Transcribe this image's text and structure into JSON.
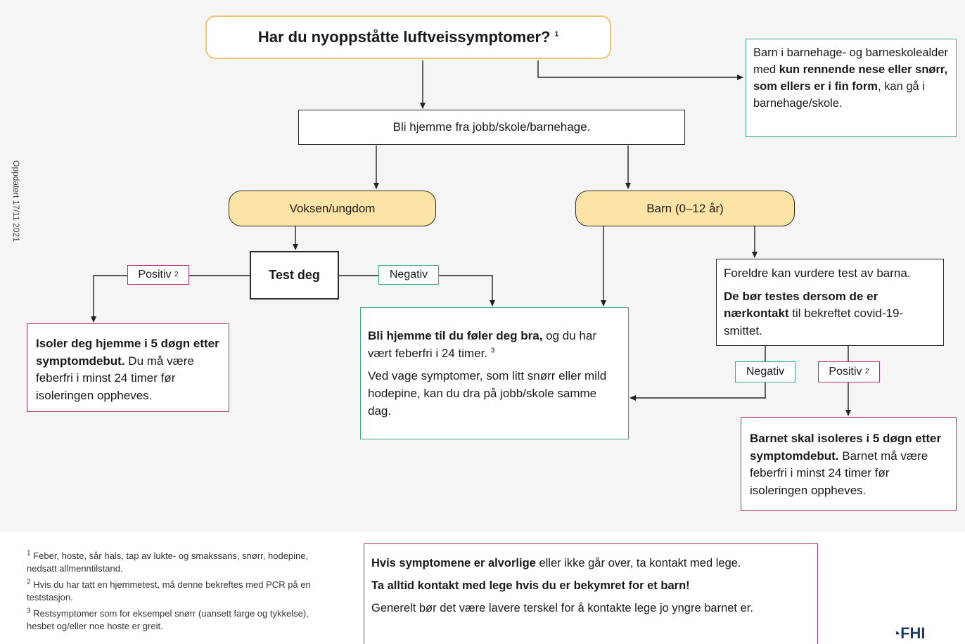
{
  "side_note": "Oppdatert 17/11 2021",
  "question": "Har du nyoppståtte luftveissymptomer?",
  "question_sup": "1",
  "stay_home": "Bli hjemme fra jobb/skole/barnehage.",
  "kids_note": {
    "pre": "Barn i barnehage- og barneskolealder med ",
    "bold": "kun rennende nese eller snørr, som ellers er i fin form",
    "post": ", kan gå i barnehage/skole."
  },
  "adult_pill": "Voksen/ungdom",
  "child_pill": "Barn (0–12 år)",
  "test_yourself": "Test deg",
  "positive": "Positiv",
  "negative": "Negativ",
  "sup2": "2",
  "sup3": "3",
  "isolate_adult": {
    "bold": "Isoler deg hjemme i 5 døgn etter symptomdebut.",
    "rest": " Du må være feberfri i minst 24 timer før isoleringen oppheves."
  },
  "stay_until": {
    "bold": "Bli hjemme til du føler deg bra,",
    "rest": " og du har vært feberfri i 24 timer.",
    "para2": "Ved vage symptomer, som litt snørr eller mild hodepine, kan du dra på jobb/skole samme dag."
  },
  "parents_test": {
    "line1": "Foreldre kan vurdere test av barna.",
    "bold": "De bør testes dersom de er nærkontakt",
    "rest": " til bekreftet covid-19-smittet."
  },
  "isolate_child": {
    "bold": "Barnet skal isoleres i 5 døgn etter symptomdebut.",
    "rest": " Barnet må være feberfri i minst 24 timer før isoleringen oppheves."
  },
  "footnotes": [
    {
      "num": "1",
      "text": "Feber, hoste, sår hals, tap av lukte- og smakssans, snørr, hodepine, nedsatt allmenntilstand."
    },
    {
      "num": "2",
      "text": "Hvis du har tatt en hjemmetest, må denne bekreftes med PCR på en teststasjon."
    },
    {
      "num": "3",
      "text": "Restsymptomer som for eksempel snørr (uansett farge og tykkelse), hesbet og/eller noe hoste er greit."
    }
  ],
  "doctor": {
    "l1_bold": "Hvis symptomene er alvorlige",
    "l1_rest": " eller ikke går over, ta kontakt med lege.",
    "l2_bold": "Ta alltid kontakt med lege hvis du er bekymret for et barn!",
    "l3": "Generelt bør det være lavere terskel for å kontakte lege jo yngre barnet er."
  },
  "logo_text": "FHI",
  "colors": {
    "pill": "#fce3a6",
    "question_border": "#f0c674",
    "green": "#3aa68a",
    "red": "#b5306a"
  }
}
